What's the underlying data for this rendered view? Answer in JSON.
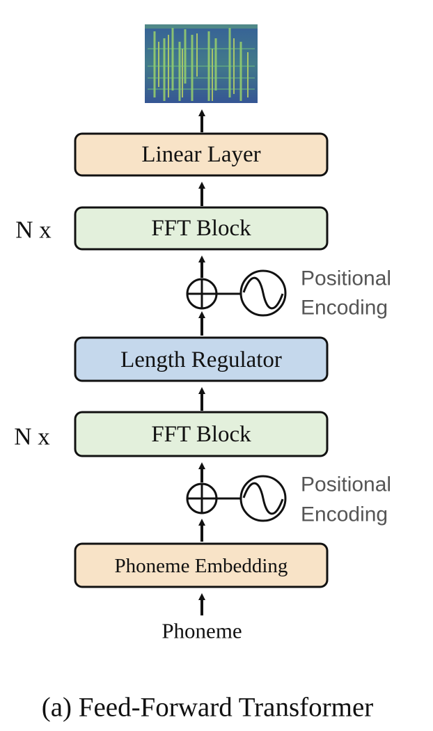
{
  "colors": {
    "peach": "#f8e3c7",
    "green": "#e3f0dc",
    "blue": "#c5d8ec",
    "stroke": "#111111",
    "pe_text": "#555555",
    "spectrogram_bg": "#2f4b8a"
  },
  "blocks": {
    "linear_layer": "Linear Layer",
    "fft_block_top": "FFT Block",
    "length_regulator": "Length Regulator",
    "fft_block_bottom": "FFT Block",
    "phoneme_embedding": "Phoneme Embedding"
  },
  "repeat_labels": {
    "top": "N x",
    "bottom": "N x"
  },
  "positional_encoding": {
    "top_line1": "Positional",
    "top_line2": "Encoding",
    "bottom_line1": "Positional",
    "bottom_line2": "Encoding"
  },
  "input_label": "Phoneme",
  "caption": "(a) Feed-Forward Transformer",
  "output_image": "mel-spectrogram"
}
